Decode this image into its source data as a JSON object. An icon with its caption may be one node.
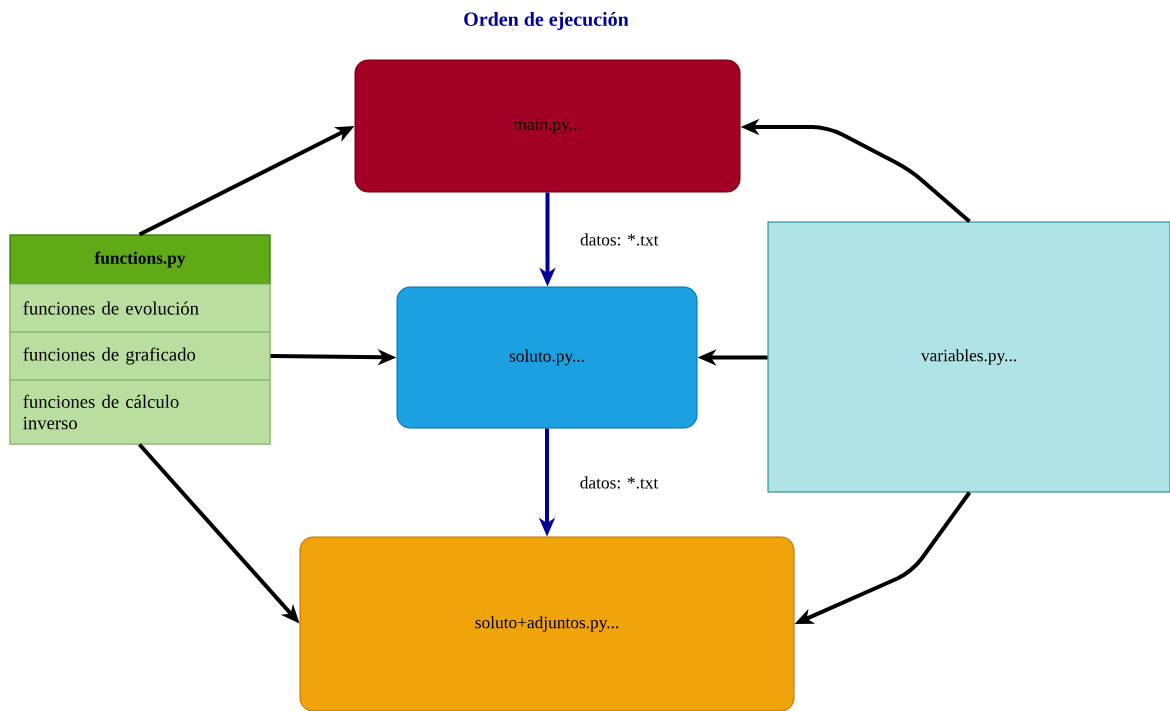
{
  "diagram": {
    "title": "Orden de ejecución",
    "nodes": [
      {
        "text": [
          "main.py..."
        ]
      },
      {
        "text": [
          "functions.py"
        ]
      },
      {
        "text": [
          "funciones de evolución"
        ],
        "in": 1
      },
      {
        "text": [
          "funciones  de graficado"
        ],
        "in": 1
      },
      {
        "text": [
          "funciones de cálculo inverso"
        ],
        "in": 1
      },
      {
        "text": [
          "soluto.py..."
        ]
      },
      {
        "text": [
          "variables.py..."
        ]
      },
      {
        "text": [
          "soluto+adjuntos.py..."
        ]
      }
    ],
    "edges": [
      {
        "from": 1,
        "to": 0,
        "arrow": "to"
      },
      {
        "from": 0,
        "to": 5,
        "arrow": "to",
        "label": "datos: *.txt",
        "color": "#000099"
      },
      {
        "from": 3,
        "to": 5,
        "arrow": "to"
      },
      {
        "from": 6,
        "to": 0,
        "arrow": "to"
      },
      {
        "from": 6,
        "to": 5,
        "arrow": "to"
      },
      {
        "from": 5,
        "to": 7,
        "arrow": "to",
        "label": "datos: *.txt",
        "color": "#000099"
      },
      {
        "from": 1,
        "to": 7,
        "arrow": "to"
      },
      {
        "from": 6,
        "to": 7,
        "arrow": "to"
      }
    ]
  }
}
